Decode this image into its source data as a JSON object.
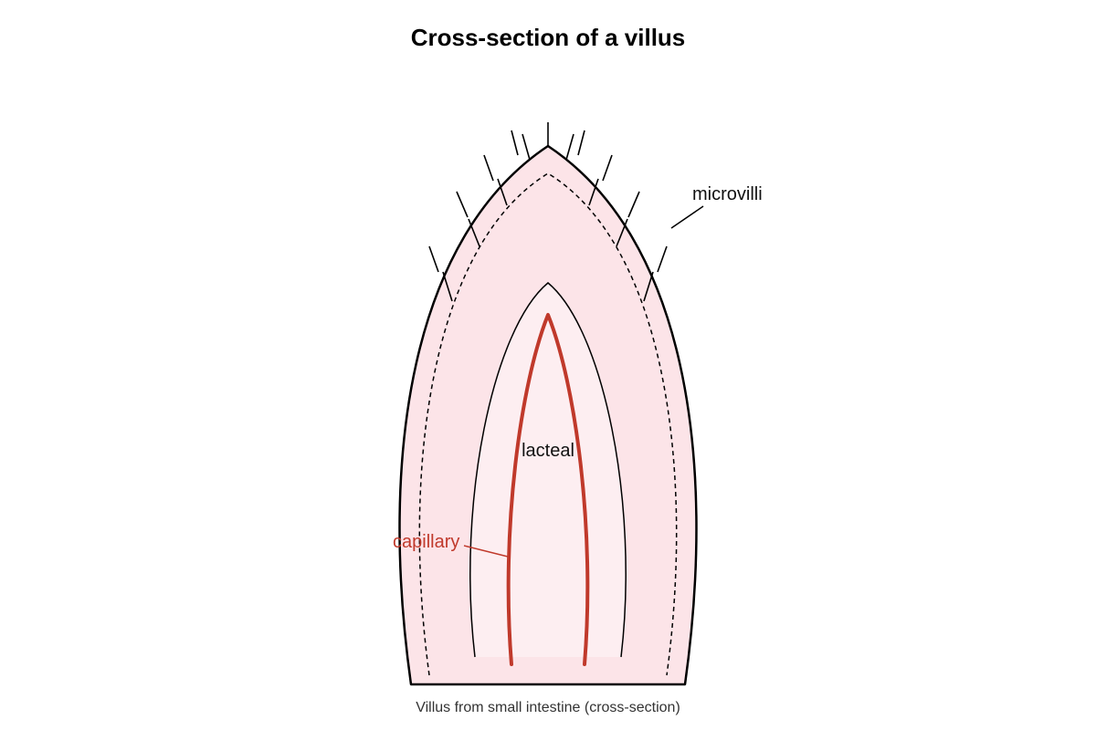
{
  "diagram": {
    "title": "Cross-section of a villus",
    "caption": "Villus from small intestine (cross-section)",
    "labels": {
      "microvilli": "microvilli",
      "lacteal": "lacteal",
      "capillary": "capillary"
    },
    "colors": {
      "villus_fill": "#fce4e8",
      "lacteal_fill": "#fdeef1",
      "outline": "#000000",
      "capillary": "#c0392b",
      "capillary_label": "#c0392b"
    }
  }
}
